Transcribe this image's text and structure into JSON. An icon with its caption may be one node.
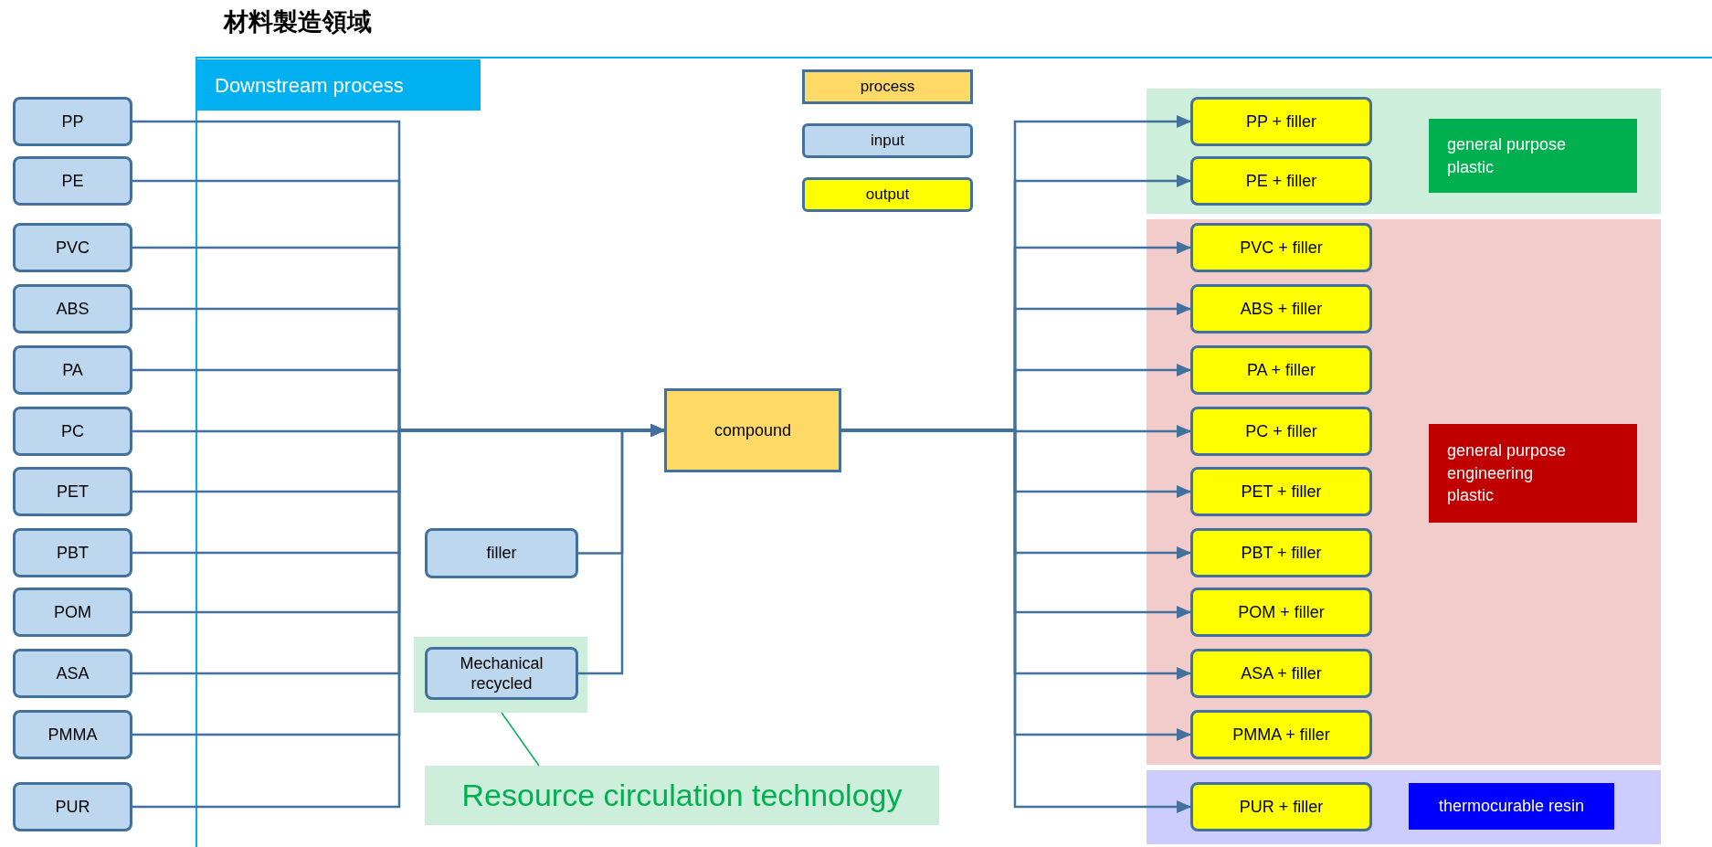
{
  "diagram": {
    "title": "材料製造領域",
    "nodes": [
      {
        "text": [
          "Downstream process"
        ]
      },
      {
        "text": [
          "PP"
        ]
      },
      {
        "text": [
          "PE"
        ]
      },
      {
        "text": [
          "PVC"
        ]
      },
      {
        "text": [
          "ABS"
        ]
      },
      {
        "text": [
          "PA"
        ]
      },
      {
        "text": [
          "PC"
        ]
      },
      {
        "text": [
          "PET"
        ]
      },
      {
        "text": [
          "PBT"
        ]
      },
      {
        "text": [
          "POM"
        ]
      },
      {
        "text": [
          "ASA"
        ]
      },
      {
        "text": [
          "PMMA"
        ]
      },
      {
        "text": [
          "PUR"
        ]
      },
      {
        "text": [
          "filler"
        ]
      },
      {
        "text": [],
        "shape": "box"
      },
      {
        "text": [
          "Mechanical recycled"
        ],
        "in": 14
      },
      {
        "text": [
          "compound"
        ]
      },
      {
        "text": [],
        "shape": "box"
      },
      {
        "text": [
          "PP + filler"
        ],
        "in": 17
      },
      {
        "text": [
          "PE + filler"
        ],
        "in": 17
      },
      {
        "text": [
          "general purpose plastic"
        ],
        "in": 17
      },
      {
        "text": [],
        "shape": "box"
      },
      {
        "text": [
          "PVC + filler"
        ],
        "in": 21
      },
      {
        "text": [
          "ABS + filler"
        ],
        "in": 21
      },
      {
        "text": [
          "PA + filler"
        ],
        "in": 21
      },
      {
        "text": [
          "PC + filler"
        ],
        "in": 21
      },
      {
        "text": [
          "PET + filler"
        ],
        "in": 21
      },
      {
        "text": [
          "PBT + filler"
        ],
        "in": 21
      },
      {
        "text": [
          "POM + filler"
        ],
        "in": 21
      },
      {
        "text": [
          "ASA + filler"
        ],
        "in": 21
      },
      {
        "text": [
          "PMMA + filler"
        ],
        "in": 21
      },
      {
        "text": [
          "general purpose engineering plastic"
        ],
        "in": 21
      },
      {
        "text": [],
        "shape": "box"
      },
      {
        "text": [
          "PUR + filler"
        ],
        "in": 32
      },
      {
        "text": [
          "thermocurable resin"
        ],
        "in": 32
      },
      {
        "text": [
          "Resource circulation technology"
        ]
      }
    ],
    "edges": [
      {
        "from": 1,
        "to": 16,
        "arrow": "to"
      },
      {
        "from": 2,
        "to": 16,
        "arrow": "to"
      },
      {
        "from": 3,
        "to": 16,
        "arrow": "to"
      },
      {
        "from": 4,
        "to": 16,
        "arrow": "to"
      },
      {
        "from": 5,
        "to": 16,
        "arrow": "to"
      },
      {
        "from": 6,
        "to": 16,
        "arrow": "to"
      },
      {
        "from": 7,
        "to": 16,
        "arrow": "to"
      },
      {
        "from": 8,
        "to": 16,
        "arrow": "to"
      },
      {
        "from": 9,
        "to": 16,
        "arrow": "to"
      },
      {
        "from": 10,
        "to": 16,
        "arrow": "to"
      },
      {
        "from": 11,
        "to": 16,
        "arrow": "to"
      },
      {
        "from": 12,
        "to": 16,
        "arrow": "to"
      },
      {
        "from": 13,
        "to": 16,
        "arrow": "to"
      },
      {
        "from": 15,
        "to": 16,
        "arrow": "to"
      },
      {
        "from": 16,
        "to": 18,
        "arrow": "to"
      },
      {
        "from": 16,
        "to": 19,
        "arrow": "to"
      },
      {
        "from": 16,
        "to": 22,
        "arrow": "to"
      },
      {
        "from": 16,
        "to": 23,
        "arrow": "to"
      },
      {
        "from": 16,
        "to": 24,
        "arrow": "to"
      },
      {
        "from": 16,
        "to": 25,
        "arrow": "to"
      },
      {
        "from": 16,
        "to": 26,
        "arrow": "to"
      },
      {
        "from": 16,
        "to": 27,
        "arrow": "to"
      },
      {
        "from": 16,
        "to": 28,
        "arrow": "to"
      },
      {
        "from": 16,
        "to": 29,
        "arrow": "to"
      },
      {
        "from": 16,
        "to": 30,
        "arrow": "to"
      },
      {
        "from": 16,
        "to": 33,
        "arrow": "to"
      },
      {
        "from": 35,
        "to": 14,
        "arrow": "none",
        "color": "#00b050"
      }
    ],
    "legend": [
      {
        "text": "process",
        "color": "#ffd966"
      },
      {
        "text": "input",
        "color": "#bdd7ee"
      },
      {
        "text": "output",
        "color": "#ffff00"
      }
    ]
  }
}
